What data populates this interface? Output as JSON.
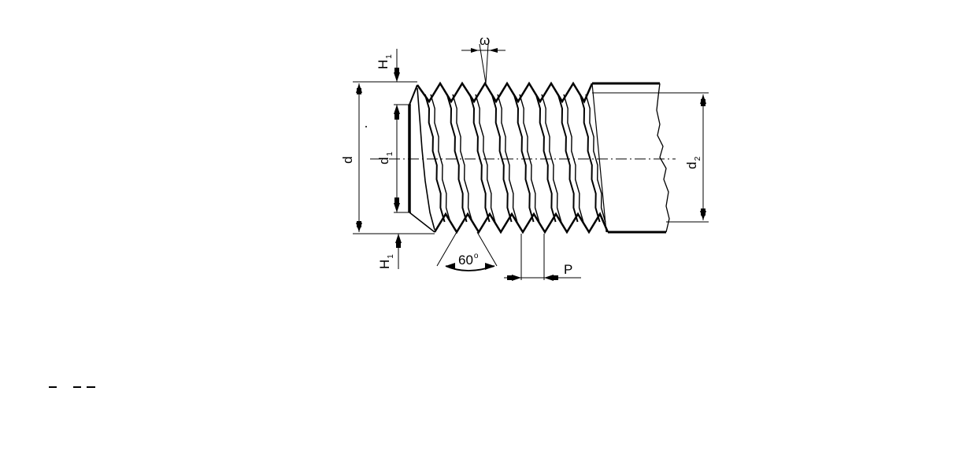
{
  "diagram": {
    "labels": {
      "omega": "ω",
      "h1_top_main": "H",
      "h1_top_sub": "1",
      "h1_bottom_main": "H",
      "h1_bottom_sub": "1",
      "d": "d",
      "d1_main": "d",
      "d1_sub": "1",
      "d2_main": "d",
      "d2_sub": "2",
      "angle_value": "60",
      "angle_unit": "o",
      "pitch": "P"
    },
    "colors": {
      "line": "#000000",
      "background": "#ffffff"
    }
  }
}
